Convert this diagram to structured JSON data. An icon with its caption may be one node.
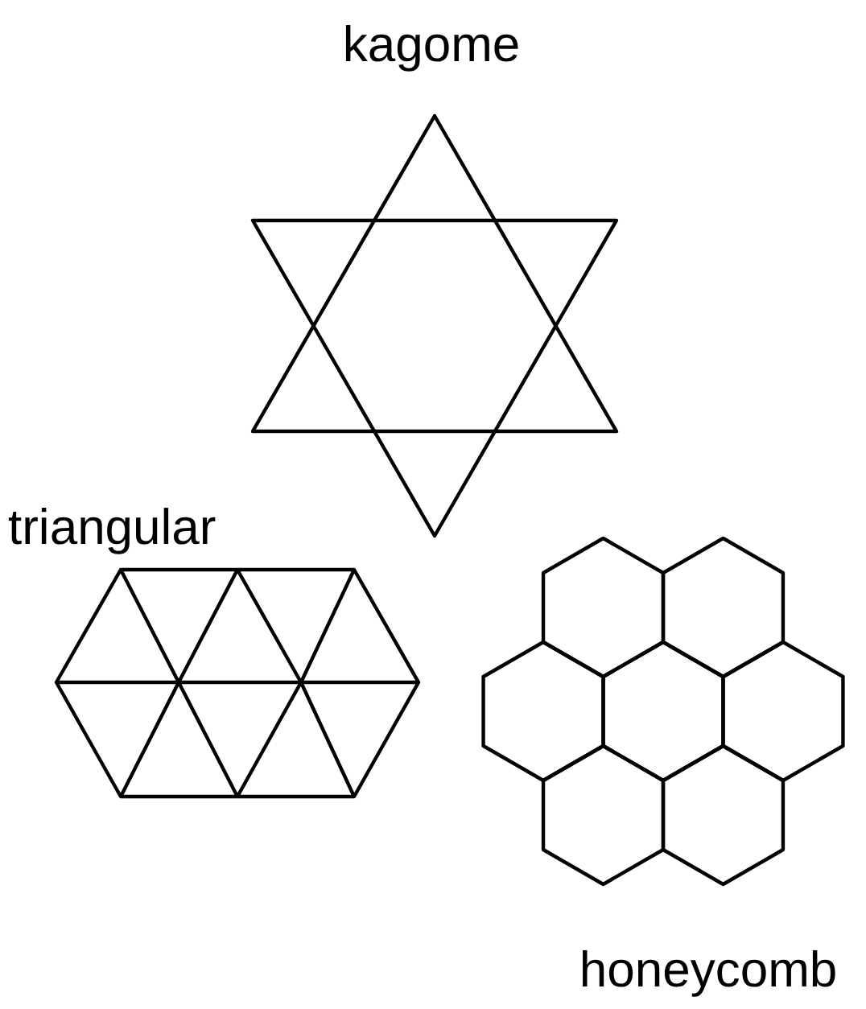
{
  "diagram": {
    "labels": [
      "kagome",
      "triangular",
      "honeycomb"
    ]
  }
}
